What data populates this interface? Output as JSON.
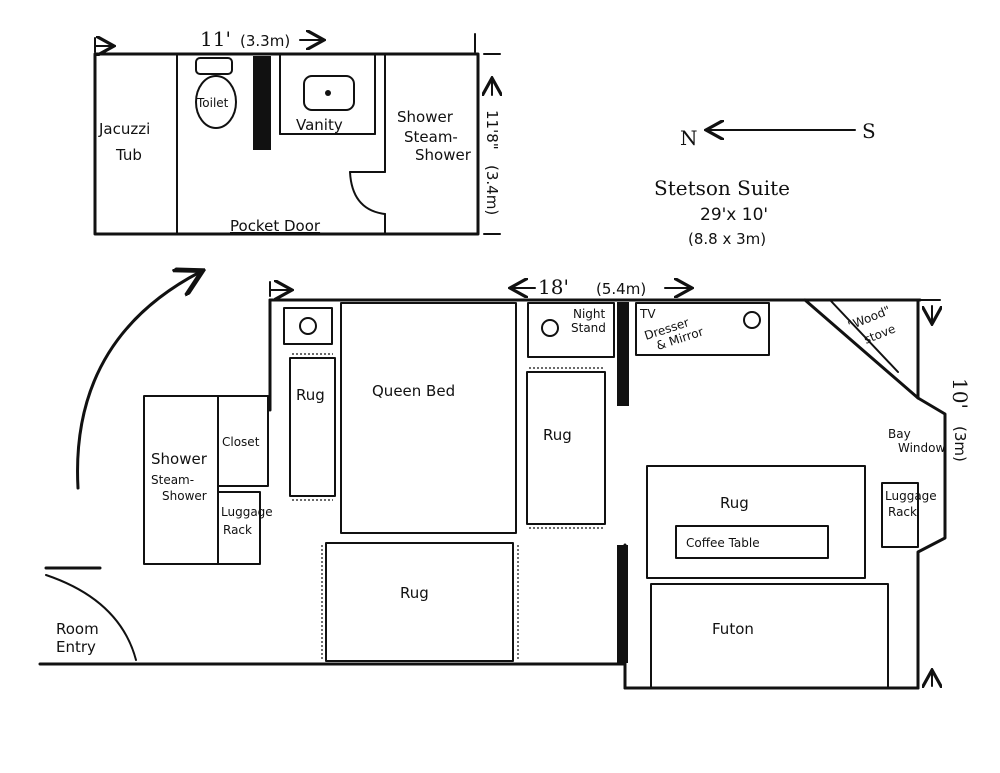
{
  "title": "Stetson Suite",
  "dimensions": "29'x 10'",
  "dimensions_metric": "(8.8 x 3m)",
  "compass": {
    "north": "N",
    "south": "S"
  },
  "bath": {
    "width_label": "11'",
    "width_metric": "(3.3m)",
    "depth_label": "11'8\"",
    "depth_metric": "(3.4m)",
    "jacuzzi_1": "Jacuzzi",
    "jacuzzi_2": "Tub",
    "toilet": "Toilet",
    "vanity": "Vanity",
    "shower_1": "Shower",
    "shower_2": "Steam-",
    "shower_3": "Shower",
    "pocket_door": "Pocket Door"
  },
  "room": {
    "width_label": "18'",
    "width_metric": "(5.4m)",
    "height_label": "10'",
    "height_metric": "(3m)",
    "queen_bed": "Queen Bed",
    "night_stand_1": "Night",
    "night_stand_2": "Stand",
    "tv": "TV",
    "dresser_1": "Dresser",
    "dresser_2": "& Mirror",
    "wood_stove_1": "\"Wood\"",
    "wood_stove_2": "stove",
    "bay_window_1": "Bay",
    "bay_window_2": "Window",
    "luggage_right_1": "Luggage",
    "luggage_right_2": "Rack",
    "rug_bed_side": "Rug",
    "rug_center": "Rug",
    "rug_lounge": "Rug",
    "rug_bottom": "Rug",
    "coffee_table": "Coffee Table",
    "futon": "Futon",
    "closet": "Closet",
    "shower_1": "Shower",
    "shower_2": "Steam-",
    "shower_3": "Shower",
    "luggage_left_1": "Luggage",
    "luggage_left_2": "Rack",
    "entry_1": "Room",
    "entry_2": "Entry"
  }
}
